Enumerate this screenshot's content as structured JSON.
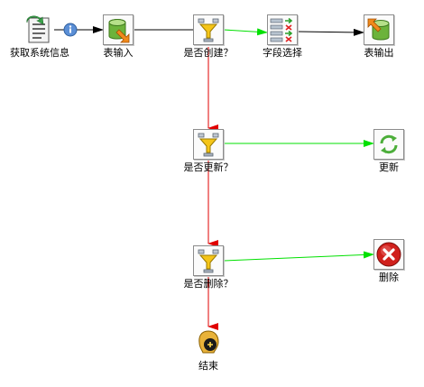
{
  "steps": {
    "get_system_info": "获取系统信息",
    "table_input": "表输入",
    "is_create": "是否创建？",
    "select_fields": "字段选择",
    "table_output": "表输出",
    "is_update": "是否更新？",
    "update": "更新",
    "is_delete": "是否删除？",
    "delete": "删除",
    "end": "结束"
  },
  "icons": {
    "get_system_info": "system-info-icon",
    "table_input": "table-input-icon",
    "is_create": "filter-icon",
    "select_fields": "select-values-icon",
    "table_output": "table-output-icon",
    "is_update": "filter-icon",
    "update": "update-icon",
    "is_delete": "filter-icon",
    "delete": "delete-icon",
    "end": "end-icon",
    "info_badge": "info-icon"
  },
  "colors": {
    "unconditional_hop": "#000000",
    "true_hop": "#00e000",
    "false_hop": "#e00000"
  }
}
